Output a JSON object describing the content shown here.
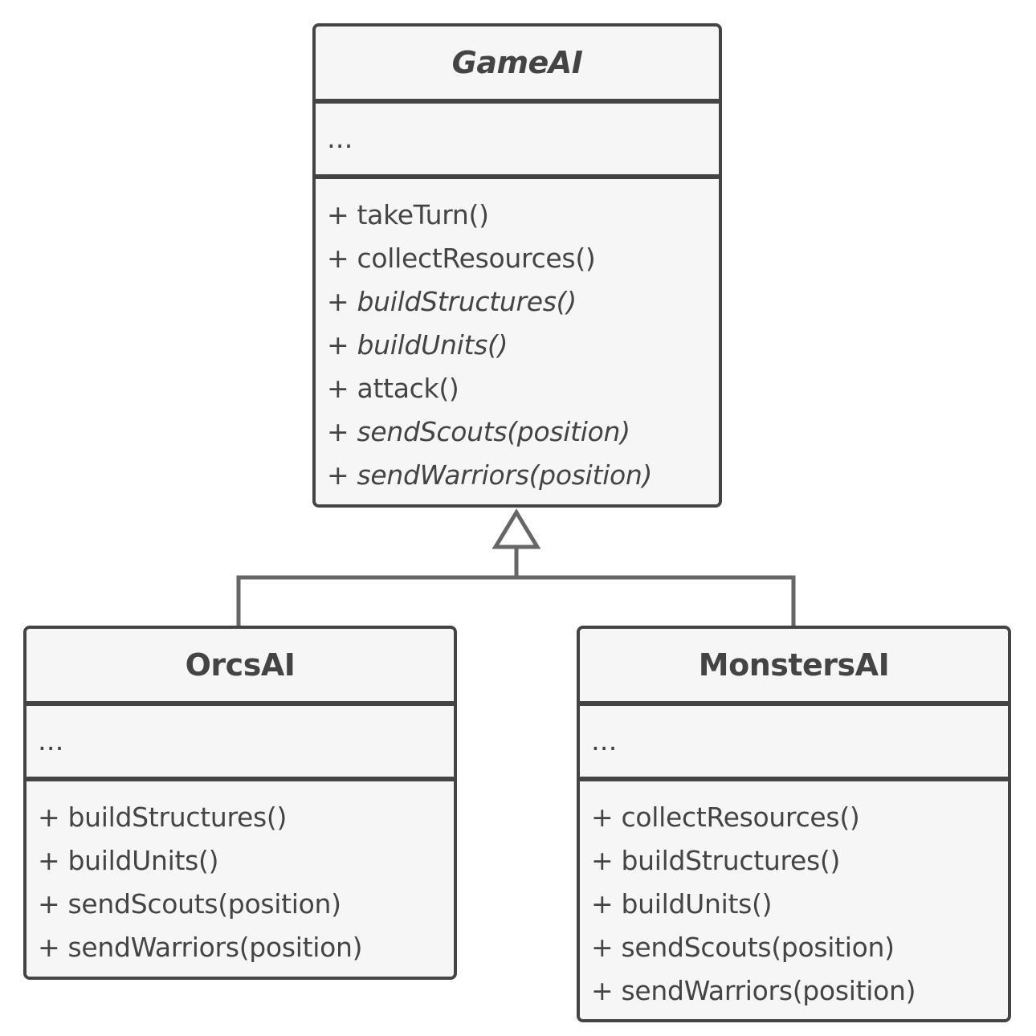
{
  "classes": {
    "game_ai": {
      "name": "GameAI",
      "fields": "...",
      "methods": [
        {
          "text": "+ takeTurn()",
          "abstract": false
        },
        {
          "text": "+ collectResources()",
          "abstract": false
        },
        {
          "text": "+ buildStructures()",
          "abstract": true
        },
        {
          "text": "+ buildUnits()",
          "abstract": true
        },
        {
          "text": "+ attack()",
          "abstract": false
        },
        {
          "text": "+ sendScouts(position)",
          "abstract": true
        },
        {
          "text": "+ sendWarriors(position)",
          "abstract": true
        }
      ]
    },
    "orcs_ai": {
      "name": "OrcsAI",
      "fields": "...",
      "methods": [
        {
          "text": "+ buildStructures()",
          "abstract": false
        },
        {
          "text": "+ buildUnits()",
          "abstract": false
        },
        {
          "text": "+ sendScouts(position)",
          "abstract": false
        },
        {
          "text": "+ sendWarriors(position)",
          "abstract": false
        }
      ]
    },
    "monsters_ai": {
      "name": "MonstersAI",
      "fields": "...",
      "methods": [
        {
          "text": "+ collectResources()",
          "abstract": false
        },
        {
          "text": "+ buildStructures()",
          "abstract": false
        },
        {
          "text": "+ buildUnits()",
          "abstract": false
        },
        {
          "text": "+ sendScouts(position)",
          "abstract": false
        },
        {
          "text": "+ sendWarriors(position)",
          "abstract": false
        }
      ]
    }
  },
  "relations": [
    {
      "type": "inheritance",
      "from": "orcs_ai",
      "to": "game_ai"
    },
    {
      "type": "inheritance",
      "from": "monsters_ai",
      "to": "game_ai"
    }
  ],
  "colors": {
    "stroke": "#444444",
    "compartment_fill": "#f6f6f6",
    "background": "#ffffff"
  }
}
